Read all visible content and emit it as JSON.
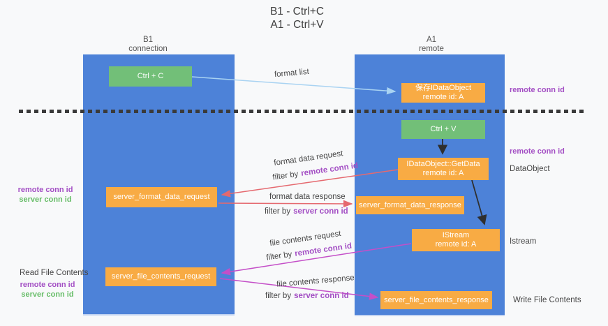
{
  "title": {
    "line1": "B1 - Ctrl+C",
    "line2": "A1 - Ctrl+V"
  },
  "columns": {
    "left": {
      "name": "B1",
      "subtitle": "connection"
    },
    "right": {
      "name": "A1",
      "subtitle": "remote"
    }
  },
  "nodes": {
    "ctrl_c": {
      "label": "Ctrl + C"
    },
    "save_dataobject": {
      "line1": "保存IDataObject",
      "line2": "remote id: A"
    },
    "ctrl_v": {
      "label": "Ctrl + V"
    },
    "getdata": {
      "line1": "IDataObject::GetData",
      "line2": "remote id: A"
    },
    "format_request": {
      "label": "server_format_data_request"
    },
    "format_response": {
      "label": "server_format_data_response"
    },
    "istream": {
      "line1": "IStream",
      "line2": "remote id: A"
    },
    "file_request": {
      "label": "server_file_contents_request"
    },
    "file_response": {
      "label": "server_file_contents_response"
    }
  },
  "annotations": {
    "right": {
      "remote_conn_top": "remote conn id",
      "remote_conn_mid": "remote conn id",
      "dataobject": "DataObject",
      "istream": "Istream",
      "write_file_contents": "Write File Contents"
    },
    "left": {
      "read_file_contents": "Read File Contents",
      "remote_conn_mid": "remote conn id",
      "server_conn_mid": "server conn id",
      "remote_conn_bottom": "remote conn id",
      "server_conn_bottom": "server conn id"
    }
  },
  "flows": {
    "format_list": "format list",
    "format_data_request": "format data request",
    "format_data_response": "format data response",
    "file_contents_request": "file contents request",
    "file_contents_response": "file contents response",
    "filter_prefix": "filter by",
    "remote_conn_id": "remote conn id",
    "server_conn_id": "server conn id"
  },
  "colors": {
    "column_blue": "#4d82d8",
    "node_green": "#72bf78",
    "node_orange": "#f8ab44",
    "arrow_light_blue": "#a9d3f2",
    "arrow_red": "#e5696f",
    "arrow_magenta": "#c44fc8",
    "arrow_black": "#2f2f2f",
    "label_purple": "#a34fc4",
    "label_green": "#67bd68",
    "text_dark": "#474747",
    "background": "#f8f9fa",
    "dashed_line": "#3a3a3a"
  }
}
